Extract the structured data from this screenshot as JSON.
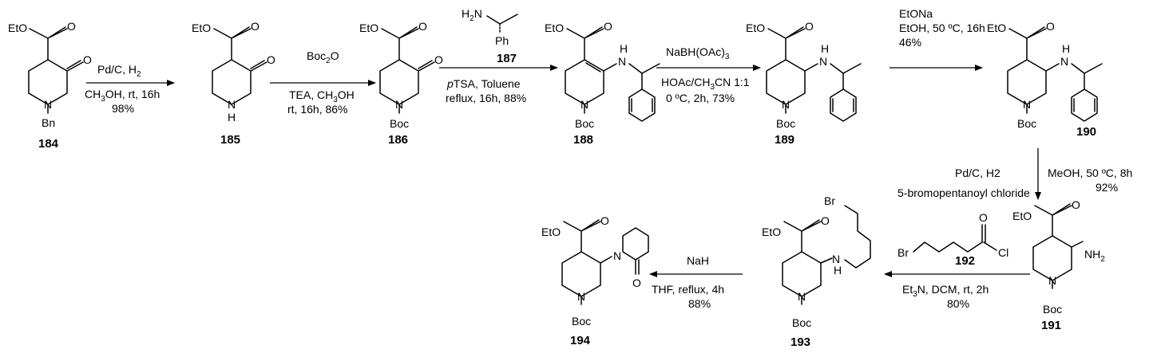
{
  "compounds": {
    "c184": {
      "number": "184",
      "ester": "EtO",
      "n_sub": "N",
      "n_sub2": "Bn"
    },
    "c185": {
      "number": "185",
      "ester": "EtO",
      "n_sub": "N",
      "n_sub2": "H"
    },
    "c186": {
      "number": "186",
      "ester": "EtO",
      "n_sub": "N",
      "n_sub2": "Boc"
    },
    "c187": {
      "number": "187",
      "amine": "H2N",
      "ph": "Ph"
    },
    "c188": {
      "number": "188",
      "ester": "EtO",
      "n_sub": "N",
      "n_sub2": "Boc",
      "nh": "N",
      "h": "H"
    },
    "c189": {
      "number": "189",
      "ester": "EtO",
      "n_sub": "N",
      "n_sub2": "Boc",
      "nh": "N",
      "h": "H"
    },
    "c190": {
      "number": "190",
      "ester": "EtO",
      "n_sub": "N",
      "n_sub2": "Boc",
      "nh": "N",
      "h": "H"
    },
    "c191": {
      "number": "191",
      "ester": "EtO",
      "n_sub": "N",
      "n_sub2": "Boc",
      "nh2": "NH"
    },
    "c192": {
      "number": "192",
      "br": "Br",
      "cl": "Cl"
    },
    "c193": {
      "number": "193",
      "ester": "EtO",
      "n_sub": "N",
      "n_sub2": "Boc",
      "nh": "N",
      "h": "H",
      "br": "Br"
    },
    "c194": {
      "number": "194",
      "ester": "EtO",
      "n_sub": "N",
      "n_sub2": "Boc",
      "lactam_n": "N"
    }
  },
  "atoms": {
    "oxygen": "O"
  },
  "steps": {
    "s1": {
      "above": "Pd/C, H",
      "below": "CH",
      "below_b": "OH, rt, 16h",
      "below2": "98%"
    },
    "s2": {
      "above": "Boc",
      "above_b": "O",
      "below": "TEA, CH",
      "below_b": "OH",
      "below2": "rt, 16h, 86%"
    },
    "s3": {
      "below_i": "p",
      "below": "TSA, Toluene",
      "below2": "reflux, 16h, 88%"
    },
    "s4": {
      "above": "NaBH(OAc)",
      "below": "HOAc/CH",
      "below_b": "CN 1:1",
      "below2": "0 ºC, 2h, 73%"
    },
    "s5": {
      "above": "EtONa",
      "above2": "EtOH, 50 ºC, 16h",
      "above3": "46%"
    },
    "s6": {
      "left": "Pd/C, H2",
      "right": "MeOH, 50 ºC, 8h",
      "right2": "92%",
      "reagent": "5-bromopentanoyl chloride"
    },
    "s7": {
      "below": "Et",
      "below_b": "N, DCM, rt, 2h",
      "below2": "80%"
    },
    "s8": {
      "above": "NaH",
      "below": "THF, reflux, 4h",
      "below2": "88%"
    }
  },
  "subscripts": {
    "two": "2",
    "three": "3"
  }
}
